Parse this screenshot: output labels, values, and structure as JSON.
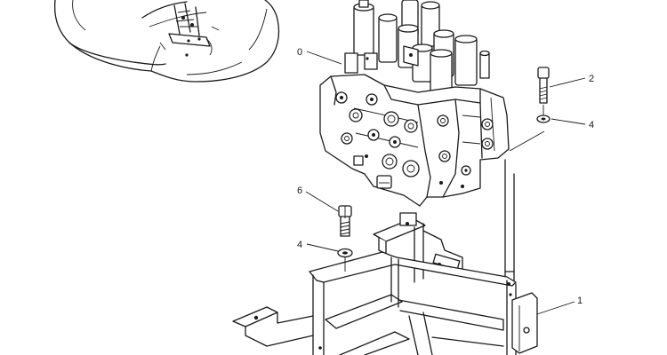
{
  "callouts": {
    "label_0": "0",
    "label_2": "2",
    "label_4_upper": "4",
    "label_6": "6",
    "label_4_lower": "4",
    "label_1": "1"
  },
  "colors": {
    "line": "#1a1a1a",
    "background": "#ffffff"
  }
}
